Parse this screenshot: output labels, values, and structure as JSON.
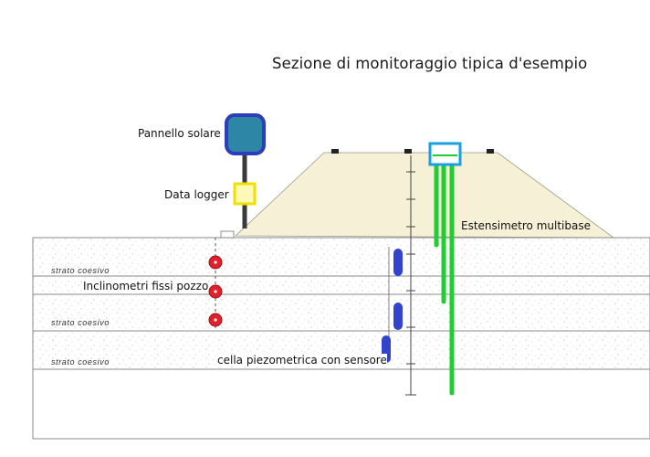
{
  "title": "Sezione di monitoraggio tipica d'esempio",
  "labels": {
    "solar_panel": "Pannello solare",
    "data_logger": "Data logger",
    "extensometer": "Estensimetro multibase",
    "inclinometers": "Inclinometri fissi pozzo",
    "piezo_cell": "cella piezometrica con sensore"
  },
  "layers": [
    "strato   coesivo",
    "strato   coesivo",
    "strato   coesivo"
  ],
  "colors": {
    "embankment": "#f6f1d6",
    "soil_speckle": "#dcdcdc",
    "solar_panel_fill": "#2e86a6",
    "solar_panel_border": "#2f3db8",
    "data_logger_fill": "#fff9b8",
    "data_logger_border": "#f0e000",
    "extensometer_head": "#1aa0e0",
    "extensometer_rods": "#22cc33",
    "inclinometer": "#e0202a",
    "piezometer": "#3344cc"
  }
}
